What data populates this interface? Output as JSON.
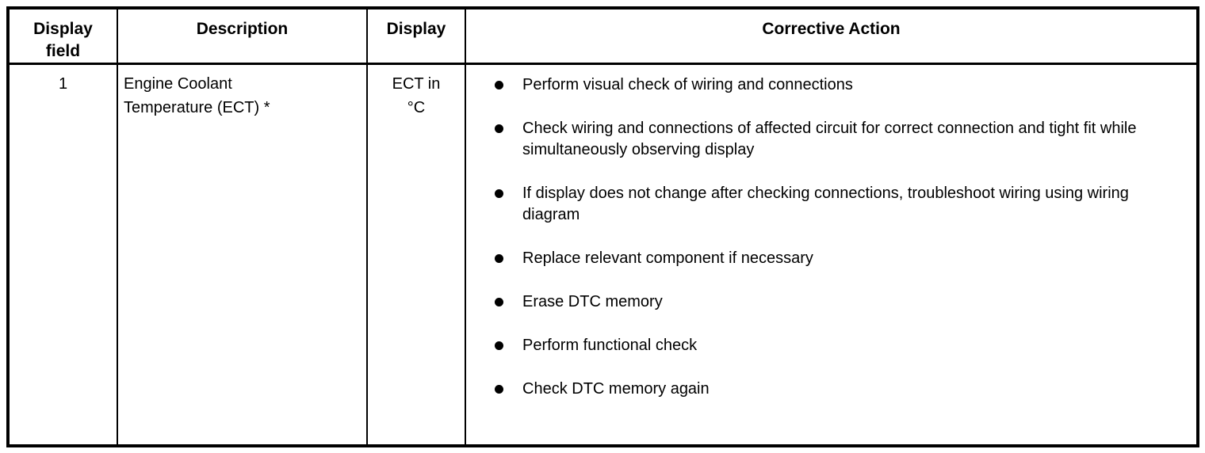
{
  "colors": {
    "background": "#ffffff",
    "text": "#000000",
    "border": "#000000"
  },
  "icons": {
    "bullet": "filled-circle"
  },
  "table": {
    "headers": [
      {
        "id": "display-field",
        "label": "Display\nfield"
      },
      {
        "id": "description",
        "label": "Description"
      },
      {
        "id": "display",
        "label": "Display"
      },
      {
        "id": "corrective-action",
        "label": "Corrective Action"
      }
    ],
    "rows": [
      {
        "display_field": "1",
        "description": "Engine Coolant\nTemperature (ECT) *",
        "display": "ECT in\n°C",
        "corrective_actions": [
          "Perform visual check of wiring and connections",
          "Check wiring and connections of affected circuit for correct connection and tight fit while simultaneously observing display",
          "If display does not change after checking connections, troubleshoot wiring using wiring diagram",
          "Replace relevant component if necessary",
          "Erase DTC memory",
          "Perform functional check",
          "Check DTC memory again"
        ]
      }
    ]
  }
}
